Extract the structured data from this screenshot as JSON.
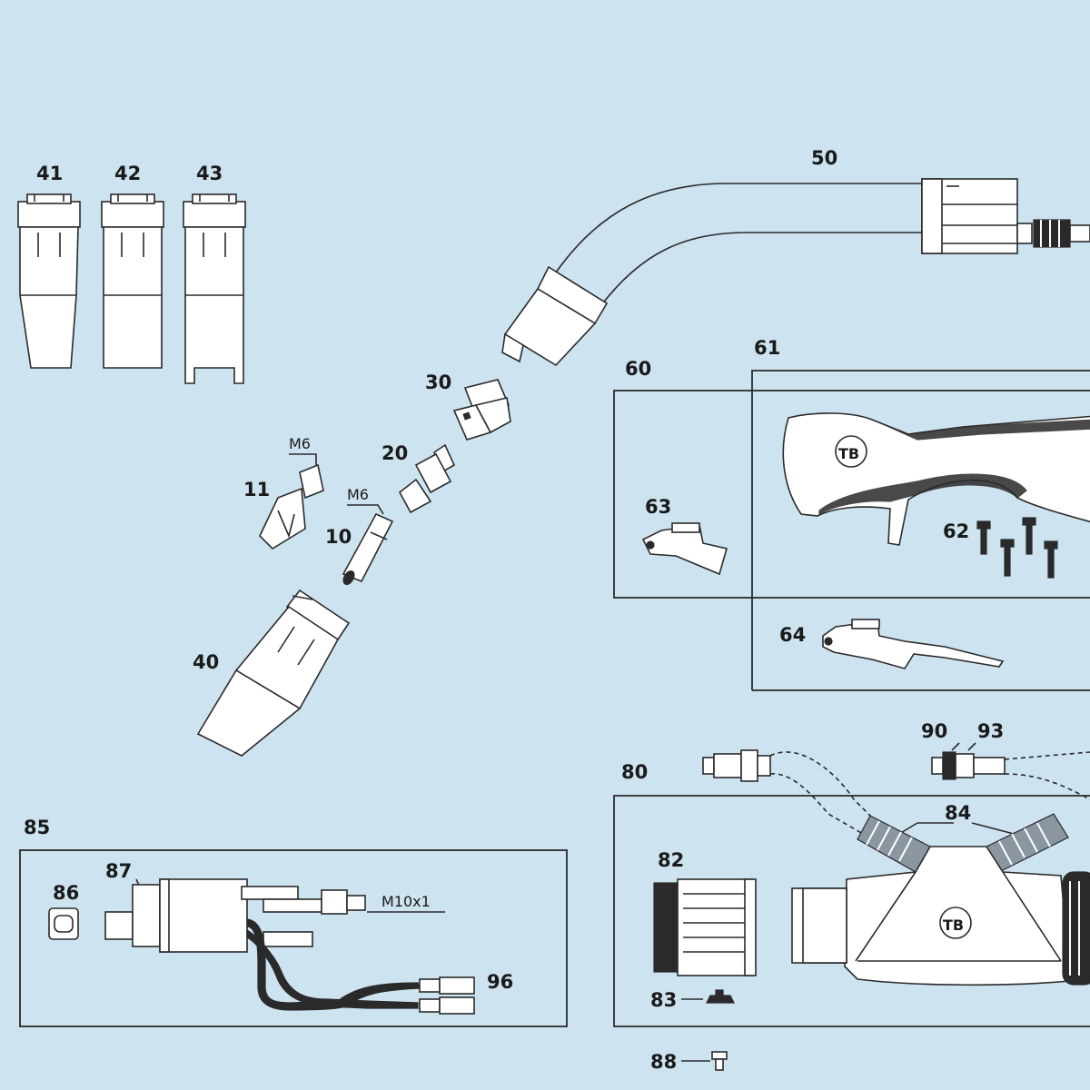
{
  "labels": {
    "p10": "10",
    "p11": "11",
    "p20": "20",
    "p30": "30",
    "p40": "40",
    "p41": "41",
    "p42": "42",
    "p43": "43",
    "p50": "50",
    "p60": "60",
    "p61": "61",
    "p62": "62",
    "p63": "63",
    "p64": "64",
    "p80": "80",
    "p82": "82",
    "p83": "83",
    "p84": "84",
    "p85": "85",
    "p86": "86",
    "p87": "87",
    "p88": "88",
    "p90": "90",
    "p93": "93",
    "p96": "96"
  },
  "threads": {
    "m6_top": "M6",
    "m6_mid": "M6",
    "m10": "M10x1"
  },
  "logos": {
    "handle": "TB",
    "connector": "TB"
  },
  "colors": {
    "background": "#cde3f0",
    "line": "#2a2a2a",
    "fill": "#ffffff"
  }
}
